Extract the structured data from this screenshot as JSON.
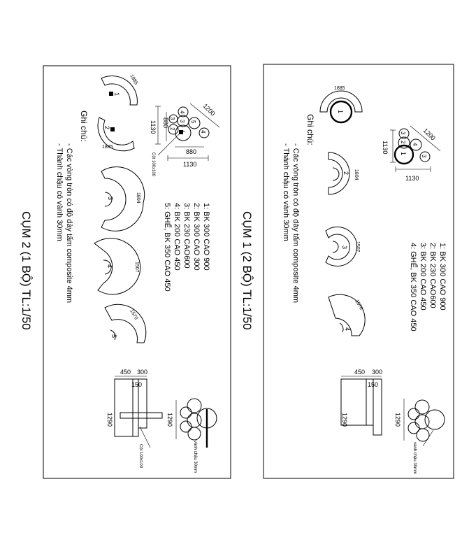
{
  "cluster1": {
    "title": "CỤM 1 (2 BỘ) TL:1/50",
    "legend": [
      "1: BK 300 CAO 900",
      "2: BK 230 CAO600",
      "3: BK 200 CAO 450",
      "4: GHẾ, BK 350 CAO 450"
    ],
    "note_head": "Ghi chú:",
    "notes": [
      "- Các vòng tròn có độ dày tấm composite 4mm",
      "- Thành chậu có vành 30mm"
    ],
    "plan_dims": [
      "1200",
      "1130",
      "1130"
    ],
    "unfold_dims": [
      "1885",
      "1804",
      "1507",
      "1570"
    ],
    "unfold_labels": [
      "1",
      "2",
      "3",
      "4"
    ],
    "cluster_nums": [
      "1",
      "2",
      "3",
      "4",
      "3"
    ],
    "elev_dims": [
      "450",
      "300",
      "150",
      "1290",
      "1290"
    ],
    "rim_note": "vành chậu 30mm"
  },
  "cluster2": {
    "title": "CỤM 2 (1 BỘ) TL:1/50",
    "legend": [
      "1: BK 300 CAO 900",
      "2: BK 300 CAO 300",
      "3: BK 230 CAO600",
      "4: BK 200 CAO 450",
      "5: GHẾ, BK 350 CAO 450"
    ],
    "note_head": "Ghi chú:",
    "notes": [
      "- Các vòng tròn có độ dày tấm composite 4mm",
      "- Thành chậu có vành 30mm"
    ],
    "plan_dims": [
      "1200",
      "1130",
      "880",
      "880",
      "1130"
    ],
    "post_note": "Cột 100x100",
    "unfold_dims": [
      "1885",
      "1885",
      "1804",
      "1507",
      "1570"
    ],
    "unfold_labels": [
      "1",
      "2",
      "3",
      "4",
      "5"
    ],
    "cluster_nums": [
      "4",
      "5",
      "3",
      "1",
      "2",
      "3",
      "4"
    ],
    "elev_dims": [
      "450",
      "300",
      "150",
      "1290",
      "1290"
    ],
    "rim_note": "vành chậu 30mm",
    "post_note_2": "Cột 100x100"
  }
}
